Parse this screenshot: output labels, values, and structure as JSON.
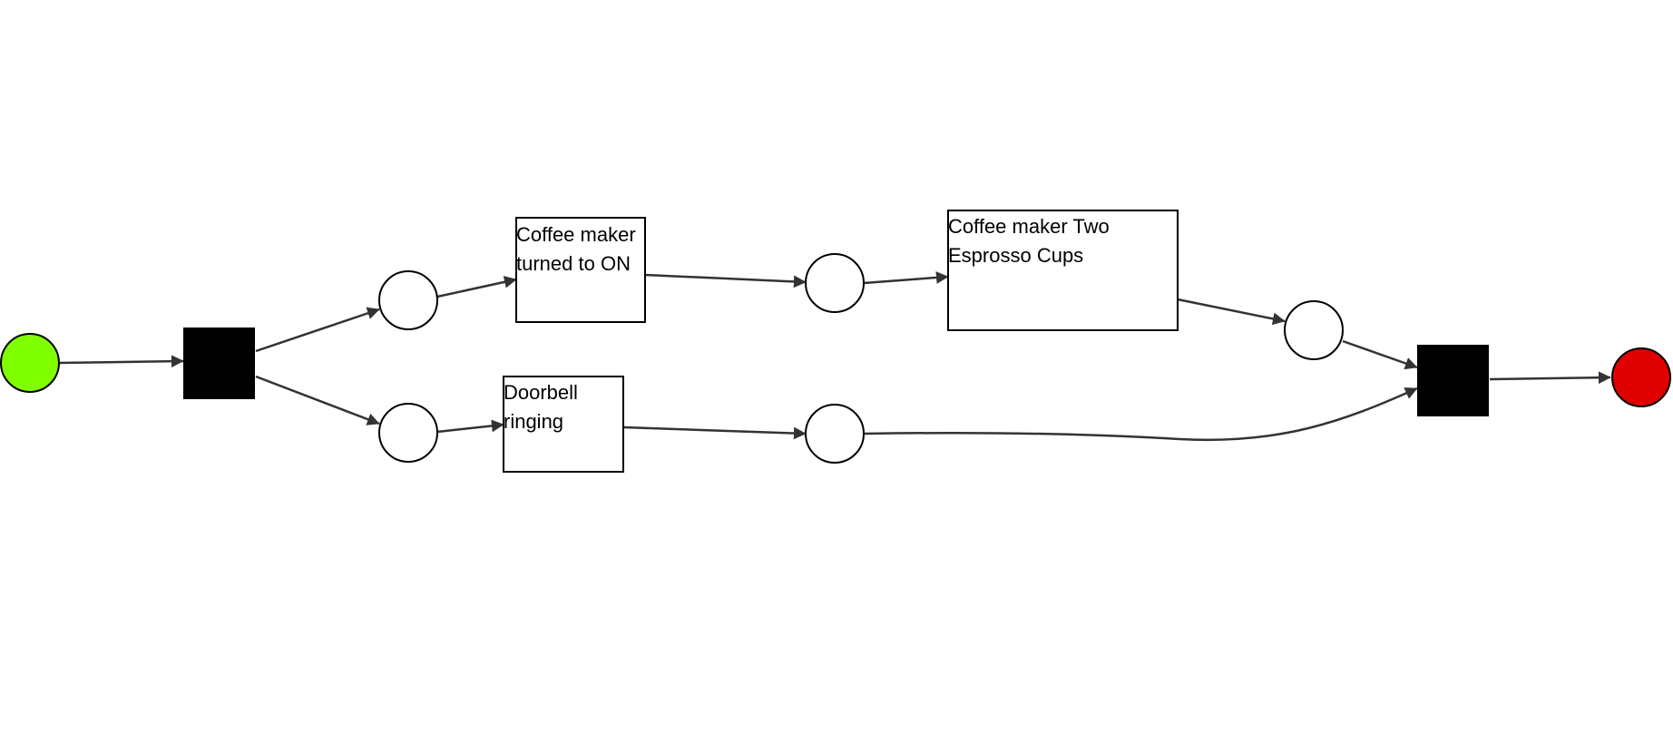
{
  "diagram": {
    "type": "petri-net",
    "colors": {
      "start_place": "#80ff00",
      "end_place": "#e00000",
      "place_fill": "#ffffff",
      "transition_fill": "#ffffff",
      "silent_transition_fill": "#000000",
      "stroke": "#000000",
      "arc": "#333333"
    },
    "tasks": {
      "coffee_on": "Coffee maker turned to ON",
      "espresso": "Coffee maker Two Esprosso Cups",
      "doorbell": "Doorbell ringing"
    }
  }
}
